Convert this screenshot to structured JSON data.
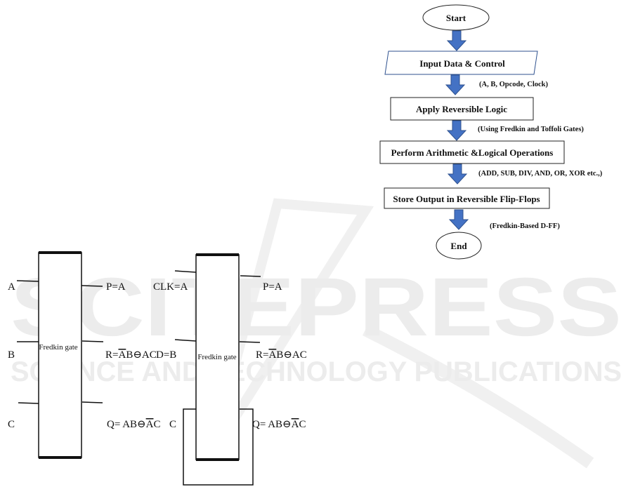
{
  "watermark": {
    "title": "SCITEPRESS",
    "subtitle": "SCIENCE AND TECHNOLOGY PUBLICATIONS"
  },
  "flowchart": {
    "start": "Start",
    "input": "Input Data & Control",
    "input_note": "(A, B, Opcode, Clock)",
    "apply": "Apply Reversible Logic",
    "apply_note": "(Using Fredkin and Toffoli Gates)",
    "perform": "Perform Arithmetic &Logical Operations",
    "perform_note": "(ADD, SUB, DIV, AND, OR, XOR etc.,)",
    "store": "Store Output in Reversible Flip-Flops",
    "store_note": "(Fredkin-Based D-FF)",
    "end": "End",
    "arrow_color": "#4472c4"
  },
  "gate_left": {
    "name": "Fredkin gate",
    "inputs": [
      "A",
      "B",
      "C"
    ],
    "out_p": "P=A",
    "out_r": {
      "pre": "R=",
      "bar": "A",
      "post": "B⊖AC"
    },
    "out_q": {
      "pre": "Q= AB⊖",
      "bar": "A",
      "post": "C"
    }
  },
  "gate_right": {
    "name": "Fredkin gate",
    "inputs": [
      "CLK=A",
      "D=B",
      "C"
    ],
    "out_p": "P=A",
    "out_r": {
      "pre": "R=",
      "bar": "A",
      "post": "B⊖AC"
    },
    "out_q": {
      "pre": "Q= AB⊖",
      "bar": "A",
      "post": "C"
    }
  }
}
